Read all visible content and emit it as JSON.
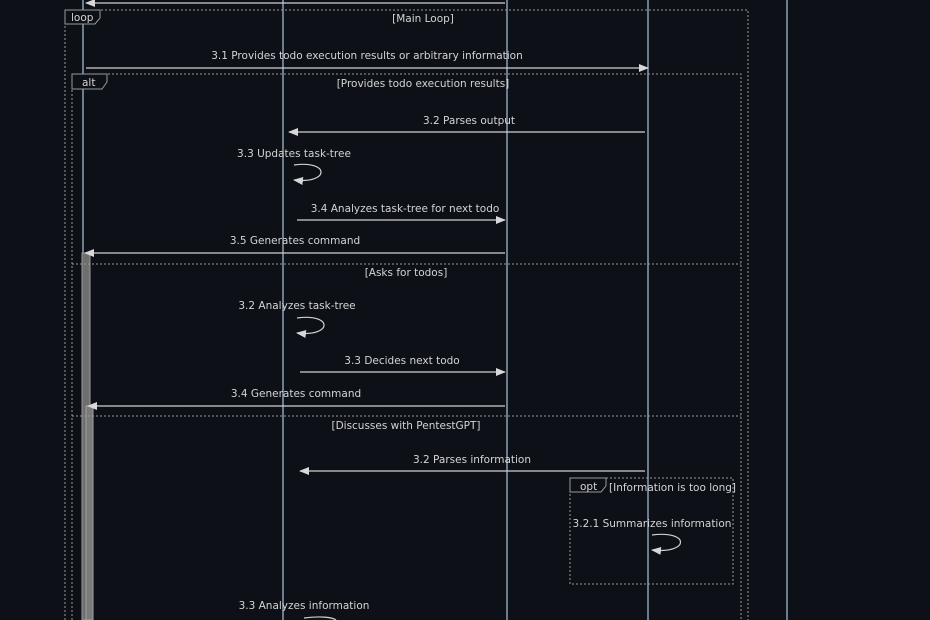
{
  "loop": {
    "keyword": "loop",
    "condition": "[Main Loop]"
  },
  "alt": {
    "keyword": "alt",
    "branches": [
      "[Provides todo execution results]",
      "[Asks for todos]",
      "[Discusses with PentestGPT]"
    ]
  },
  "opt": {
    "keyword": "opt",
    "condition": "[Information is too long]"
  },
  "messages": {
    "m31": "3.1 Provides todo execution results or arbitrary information",
    "b1": [
      "3.2 Parses output",
      "3.3 Updates task-tree",
      "3.4 Analyzes task-tree for next todo",
      "3.5 Generates command"
    ],
    "b2": [
      "3.2 Analyzes task-tree",
      "3.3 Decides next todo",
      "3.4 Generates command"
    ],
    "b3": [
      "3.2 Parses information",
      "3.2.1 Summarizes information",
      "3.3 Analyzes information"
    ]
  },
  "colors": {
    "background": "#0d1016",
    "lifeline": "#9fb6cc",
    "text": "#d4d4d4"
  }
}
